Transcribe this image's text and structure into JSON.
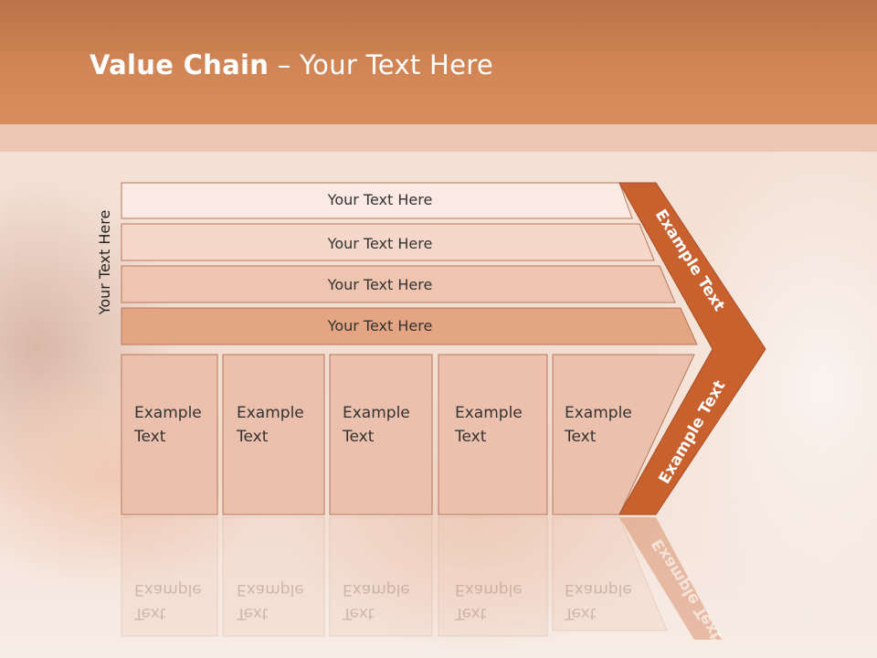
{
  "title": {
    "bold": "Value Chain",
    "rest": " – Your Text Here"
  },
  "side_label": "Your Text Here",
  "bars": [
    {
      "label": "Your Text Here",
      "fill": "#faeae3"
    },
    {
      "label": "Your Text Here",
      "fill": "#f5d8ca"
    },
    {
      "label": "Your Text Here",
      "fill": "#efc5b0"
    },
    {
      "label": "Your Text Here",
      "fill": "#e3a582"
    }
  ],
  "columns": [
    {
      "line1": "Example",
      "line2": "Text"
    },
    {
      "line1": "Example",
      "line2": "Text"
    },
    {
      "line1": "Example",
      "line2": "Text"
    },
    {
      "line1": "Example",
      "line2": "Text"
    },
    {
      "line1": "Example",
      "line2": "Text"
    }
  ],
  "arrow": {
    "upper_label": "Example Text",
    "lower_label": "Example Text"
  },
  "colors": {
    "accent": "#c8612e",
    "header": "#d28656",
    "column_fill": "#ebc0ac",
    "border": "#b7785c"
  }
}
